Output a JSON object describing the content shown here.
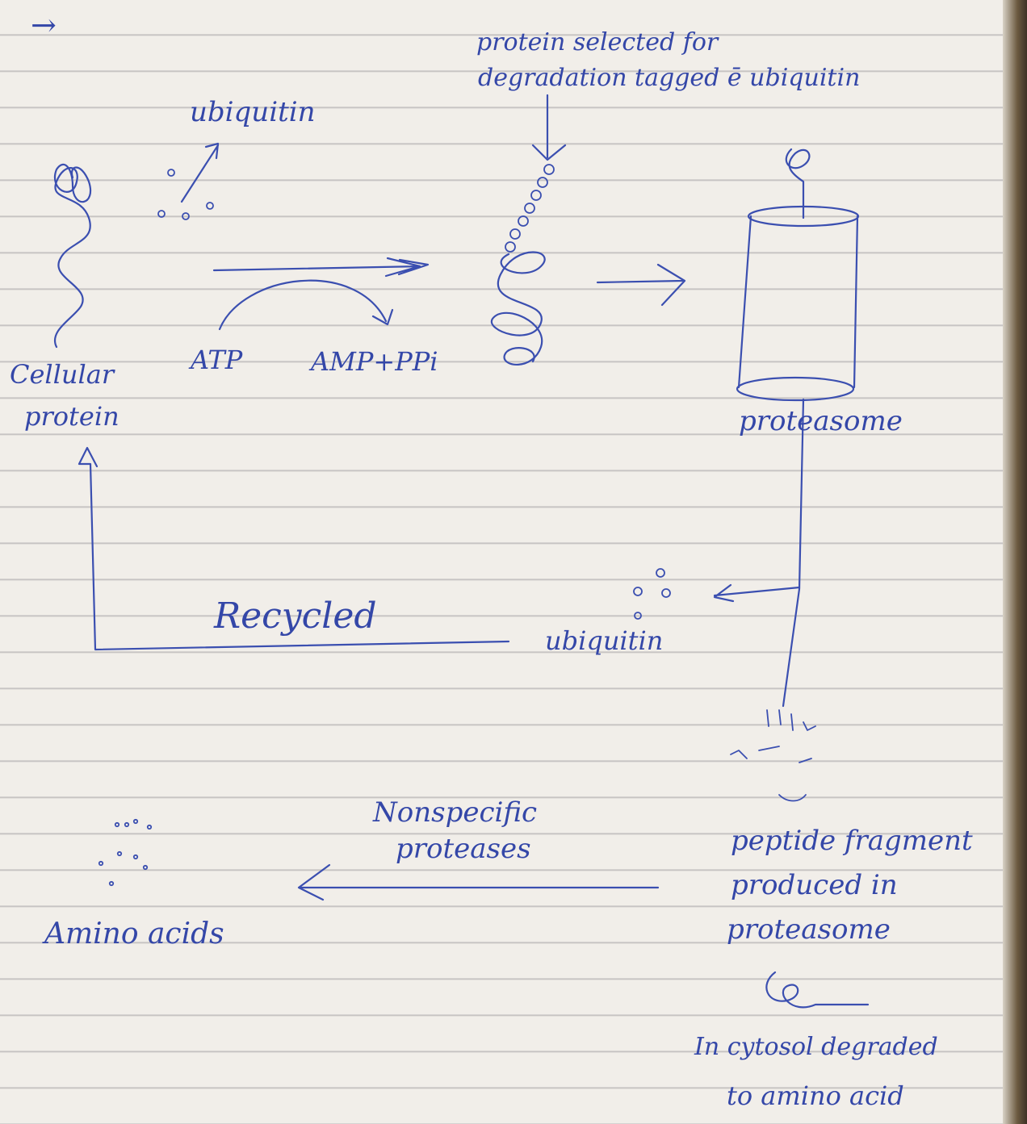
{
  "labels": {
    "arrow_mark": "→",
    "protein_selected_line1": "protein selected for",
    "protein_selected_line2": "degradation tagged ē ubiquitin",
    "ubiquitin_top": "ubiquitin",
    "cellular_protein_line1": "Cellular",
    "cellular_protein_line2": "protein",
    "atp": "ATP",
    "amp_ppi": "AMP+PPi",
    "proteasome": "proteasome",
    "recycled": "Recycled",
    "ubiquitin_bottom": "ubiquitin",
    "nonspecific_line1": "Nonspecific",
    "nonspecific_line2": "proteases",
    "amino_acids": "Amino acids",
    "peptide_line1": "peptide fragment",
    "peptide_line2": "produced in",
    "peptide_line3": "proteasome",
    "cytosol_line1": "In cytosol degraded",
    "cytosol_line2": "to amino acid"
  },
  "colors": {
    "ink": "#3b4fb0",
    "paper": "#f1eee9",
    "rule_line": "#b9b6b6"
  }
}
